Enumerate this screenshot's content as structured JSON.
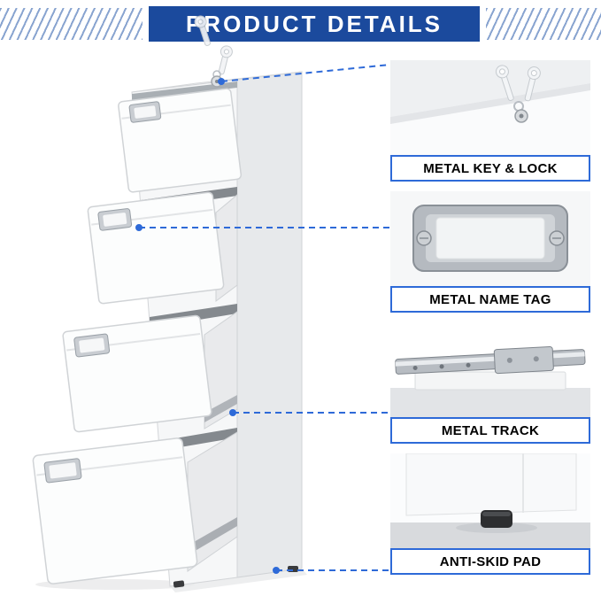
{
  "header": {
    "title": "PRODUCT DETAILS"
  },
  "callouts": [
    {
      "id": "key-lock",
      "label": "METAL KEY & LOCK"
    },
    {
      "id": "name-tag",
      "label": "METAL NAME TAG"
    },
    {
      "id": "track",
      "label": "METAL TRACK"
    },
    {
      "id": "pad",
      "label": "ANTI-SKID PAD"
    }
  ],
  "colors": {
    "banner_blue": "#1b4a9d",
    "accent_blue": "#2e6ad8",
    "label_text": "#000000",
    "background": "#ffffff"
  }
}
